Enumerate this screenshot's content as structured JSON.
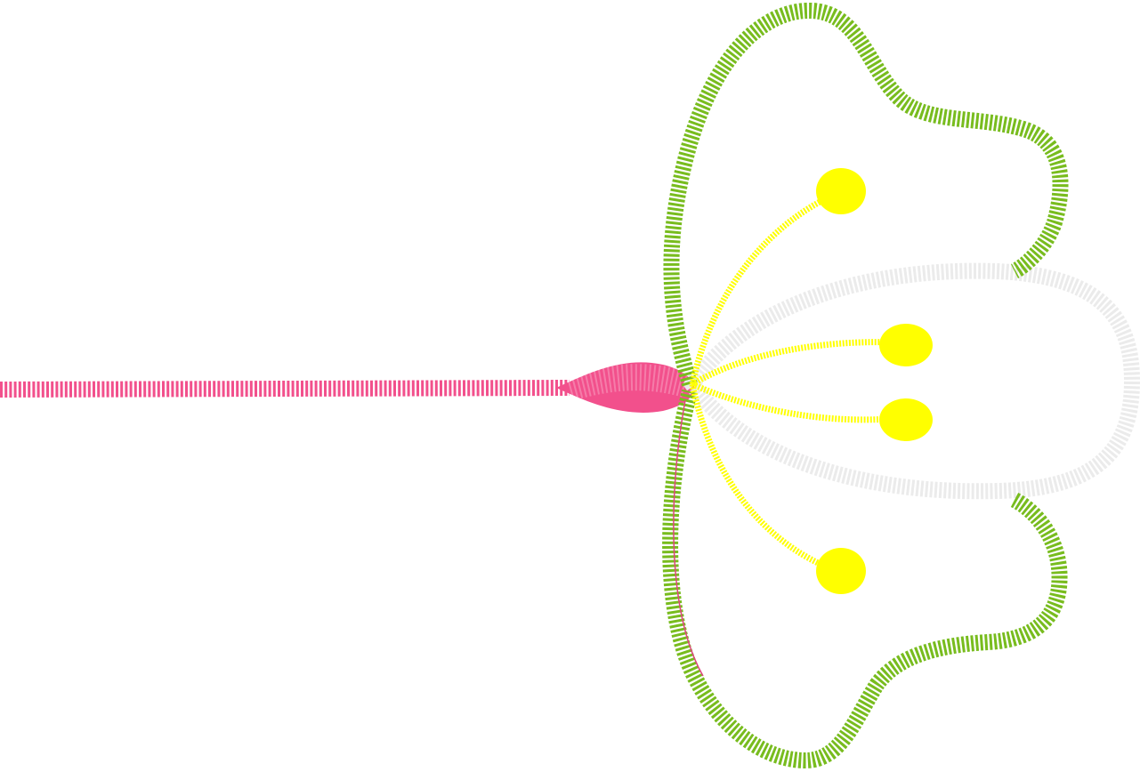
{
  "image": {
    "subject": "embroidered-flower",
    "background": "#ffffff"
  },
  "colors": {
    "stem": "#f2508c",
    "petal_outline": "#78bc1e",
    "inner_petal": "#ebebeb",
    "stamens": "#ffff00",
    "accent_thread": "#e0457e"
  },
  "stamens": [
    {
      "id": "upper-outer"
    },
    {
      "id": "upper-inner"
    },
    {
      "id": "lower-inner"
    },
    {
      "id": "lower-outer"
    }
  ]
}
